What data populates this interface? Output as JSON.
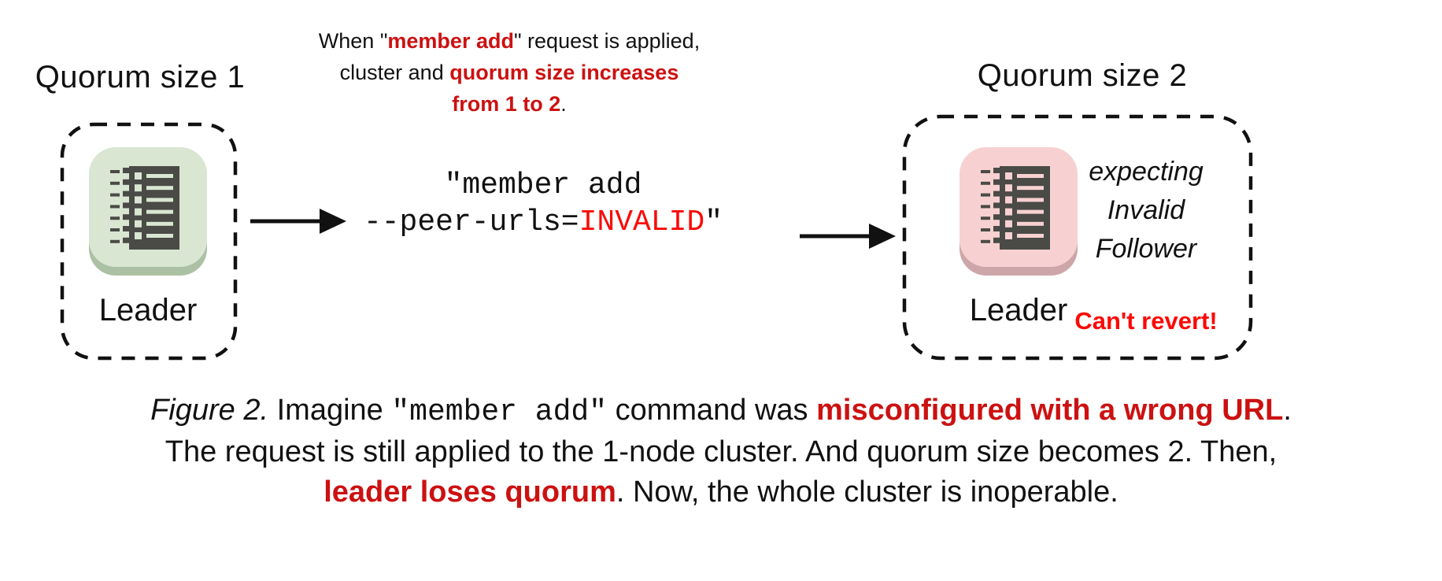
{
  "colors": {
    "text": "#111111",
    "accent_red": "#cc1111",
    "bright_red": "#fb0a06",
    "icon_dark": "#4a4a46",
    "green_body": "#d8e6d2",
    "green_shadow": "#acc0a4",
    "pink_body": "#f7d1d1",
    "pink_shadow": "#cda6a9"
  },
  "left_node": {
    "title": "Quorum size 1",
    "label": "Leader"
  },
  "transition": {
    "note": {
      "l1_pre": "When \"",
      "l1_em": "member add",
      "l1_post": "\" request is applied,",
      "l2_pre": "cluster and ",
      "l2_em": "quorum size increases",
      "l3_em": "from 1 to 2",
      "l3_post": "."
    },
    "command": {
      "line1": "\"member add",
      "l2_pre": "--peer-urls=",
      "l2_em": "INVALID",
      "l2_post": "\""
    }
  },
  "right_node": {
    "title": "Quorum size 2",
    "label": "Leader",
    "status": [
      "expecting",
      "Invalid",
      "Follower"
    ],
    "warning": "Can't revert!"
  },
  "caption": {
    "fig": "Figure 2.",
    "l1_a": " Imagine ",
    "l1_mono": "\"member add\"",
    "l1_b": " command was ",
    "l1_em": "misconfigured with a wrong URL",
    "l1_c": ".",
    "l2": "The request is still applied to the 1-node cluster. And quorum size becomes 2. Then,",
    "l3_em": "leader loses quorum",
    "l3_post": ". Now, the whole cluster is inoperable."
  }
}
